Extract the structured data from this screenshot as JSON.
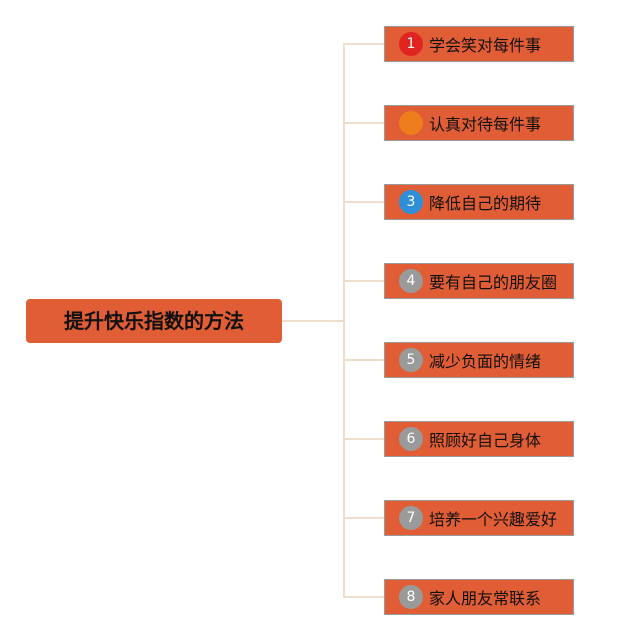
{
  "root": {
    "label": "提升快乐指数的方法",
    "color": "#e15d35"
  },
  "branches": [
    {
      "label": "学会笑对每件事",
      "priority": "1",
      "priority_color": "#e0241f"
    },
    {
      "label": "认真对待每件事",
      "priority": "",
      "priority_color": "#ee7d1c"
    },
    {
      "label": "降低自己的期待",
      "priority": "3",
      "priority_color": "#2e8fd8"
    },
    {
      "label": "要有自己的朋友圈",
      "priority": "4",
      "priority_color": "#9a9a9a"
    },
    {
      "label": "减少负面的情绪",
      "priority": "5",
      "priority_color": "#9a9a9a"
    },
    {
      "label": "照顾好自己身体",
      "priority": "6",
      "priority_color": "#9a9a9a"
    },
    {
      "label": "培养一个兴趣爱好",
      "priority": "7",
      "priority_color": "#9a9a9a"
    },
    {
      "label": "家人朋友常联系",
      "priority": "8",
      "priority_color": "#9a9a9a"
    }
  ],
  "connector_color": "#eedfcc",
  "node_color": "#e15d35"
}
